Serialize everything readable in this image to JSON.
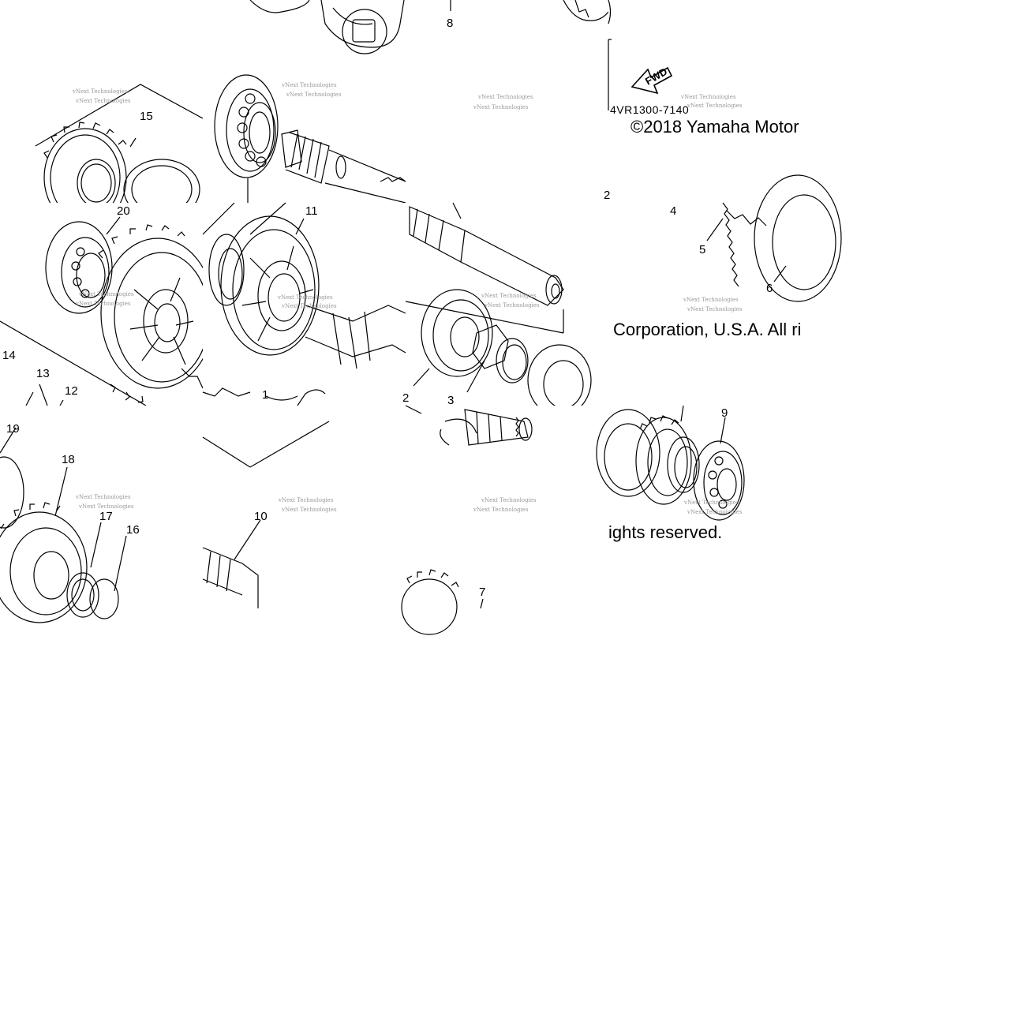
{
  "diagram": {
    "part_number": "4VR1300-7140",
    "fwd_label": "FWD",
    "copyright_fragments": [
      "©2018 Yamaha Motor",
      "Corporation, U.S.A. All ri",
      "ights reserved."
    ],
    "watermark": "vNext Technologies",
    "callouts": [
      "1",
      "2",
      "3",
      "4",
      "5",
      "6",
      "7",
      "8",
      "9",
      "10",
      "11",
      "12",
      "13",
      "14",
      "15",
      "16",
      "17",
      "18",
      "19",
      "20",
      "2"
    ]
  }
}
